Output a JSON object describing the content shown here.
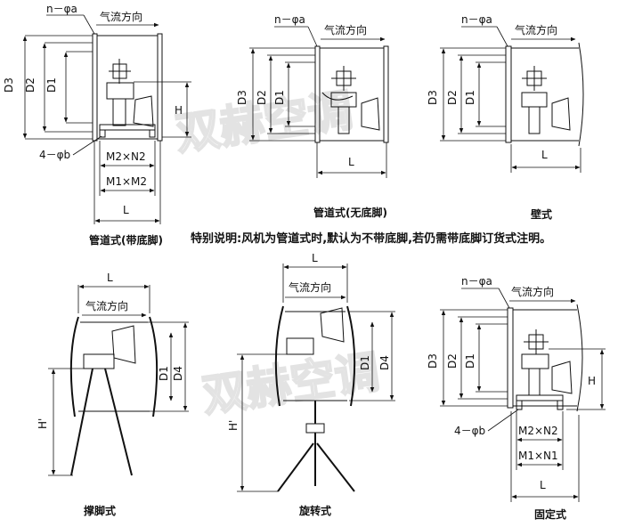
{
  "watermark": "双赫空调",
  "note": "特别说明:风机为管道式时,默认为不带底脚,若仍需带底脚订货式注明。",
  "diagrams": {
    "duct_with_feet": {
      "caption": "管道式(带底脚)",
      "labels": {
        "holes_top": "n－φa",
        "airflow": "气流方向",
        "d3": "D3",
        "d2": "D2",
        "d1": "D1",
        "h": "H",
        "holes_bottom": "4－φb",
        "m2n2": "M2×N2",
        "m1m2": "M1×M2",
        "l": "L"
      }
    },
    "duct_no_feet": {
      "caption": "管道式(无底脚)",
      "labels": {
        "holes_top": "n－φa",
        "airflow": "气流方向",
        "d3": "D3",
        "d2": "D2",
        "d1": "D1",
        "l": "L"
      }
    },
    "wall": {
      "caption": "壁式",
      "labels": {
        "holes_top": "n－φa",
        "airflow": "气流方向",
        "d3": "D3",
        "d2": "D2",
        "d1": "D1",
        "l": "L"
      }
    },
    "tripod": {
      "caption": "撑脚式",
      "labels": {
        "l": "L",
        "airflow": "气流方向",
        "d1": "D1",
        "d4": "D4",
        "h_prime": "H'"
      }
    },
    "rotary": {
      "caption": "旋转式",
      "labels": {
        "l": "L",
        "airflow": "气流方向",
        "d1": "D1",
        "d4": "D4",
        "h_prime": "H'"
      }
    },
    "fixed": {
      "caption": "固定式",
      "labels": {
        "holes_top": "n－φa",
        "airflow": "气流方向",
        "d3": "D3",
        "d2": "D2",
        "d1": "D1",
        "h": "H",
        "holes_bottom": "4－φb",
        "m2n2": "M2×N2",
        "m1n1": "M1×N1",
        "l": "L"
      }
    }
  }
}
